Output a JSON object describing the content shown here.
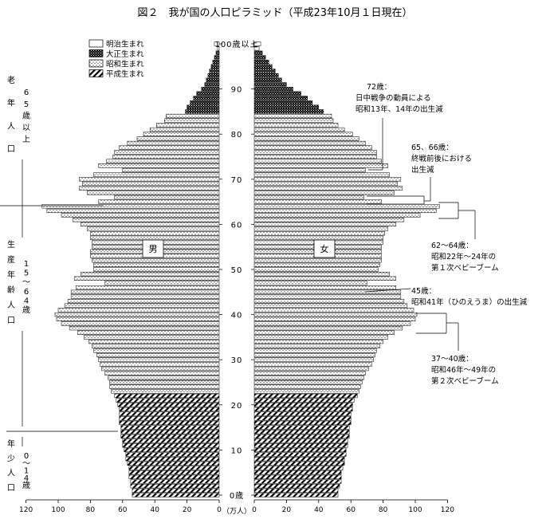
{
  "chart_data": {
    "type": "bar",
    "title": "図２　我が国の人口ピラミッド（平成23年10月１日現在）",
    "xlabel": "（万人）",
    "x_ticks": [
      120,
      100,
      80,
      60,
      40,
      20,
      0
    ],
    "x_range": [
      0,
      120
    ],
    "age_ticks": [
      "0歳",
      "10",
      "20",
      "30",
      "40",
      "50",
      "60",
      "70",
      "80",
      "90",
      "100歳以上"
    ],
    "sex_labels": {
      "male": "男",
      "female": "女"
    },
    "age_groups": [
      {
        "id": "elderly",
        "text": "老年人口（65歳以上）"
      },
      {
        "id": "working",
        "text": "生産年齢人口（15〜64歳）"
      },
      {
        "id": "young",
        "text": "年少人口（0〜14歳）"
      }
    ],
    "legend": [
      {
        "key": "meiji",
        "label": "明治生まれ",
        "ages": [
          99,
          100
        ]
      },
      {
        "key": "taisho",
        "label": "大正生まれ",
        "ages": [
          85,
          98
        ]
      },
      {
        "key": "showa",
        "label": "昭和生まれ",
        "ages": [
          23,
          84
        ]
      },
      {
        "key": "heisei",
        "label": "平成生まれ",
        "ages": [
          0,
          22
        ]
      }
    ],
    "annotations": [
      {
        "id": "age72",
        "lines": [
          "72歳：",
          "日中戦争の動員による",
          "昭和13年、14年の出生減"
        ]
      },
      {
        "id": "age65",
        "lines": [
          "65、66歳：",
          "終戦前後における",
          "出生減"
        ]
      },
      {
        "id": "age62",
        "lines": [
          "62〜64歳：",
          "昭和22年〜24年の",
          "第１次ベビーブーム"
        ]
      },
      {
        "id": "age45",
        "lines": [
          "45歳：",
          "昭和41年（ひのえうま）の出生減"
        ]
      },
      {
        "id": "age37",
        "lines": [
          "37〜40歳：",
          "昭和46年〜49年の",
          "第２次ベビーブーム"
        ]
      }
    ],
    "ages": [
      0,
      1,
      2,
      3,
      4,
      5,
      6,
      7,
      8,
      9,
      10,
      11,
      12,
      13,
      14,
      15,
      16,
      17,
      18,
      19,
      20,
      21,
      22,
      23,
      24,
      25,
      26,
      27,
      28,
      29,
      30,
      31,
      32,
      33,
      34,
      35,
      36,
      37,
      38,
      39,
      40,
      41,
      42,
      43,
      44,
      45,
      46,
      47,
      48,
      49,
      50,
      51,
      52,
      53,
      54,
      55,
      56,
      57,
      58,
      59,
      60,
      61,
      62,
      63,
      64,
      65,
      66,
      67,
      68,
      69,
      70,
      71,
      72,
      73,
      74,
      75,
      76,
      77,
      78,
      79,
      80,
      81,
      82,
      83,
      84,
      85,
      86,
      87,
      88,
      89,
      90,
      91,
      92,
      93,
      94,
      95,
      96,
      97,
      98,
      99,
      100
    ],
    "series": [
      {
        "name": "男",
        "values": [
          54,
          54,
          55,
          55,
          56,
          56,
          56,
          57,
          58,
          58,
          59,
          60,
          60,
          61,
          61,
          61,
          62,
          62,
          62,
          62,
          63,
          64,
          65,
          67,
          68,
          68,
          69,
          71,
          73,
          74,
          75,
          76,
          78,
          79,
          81,
          84,
          88,
          93,
          98,
          101,
          102,
          100,
          96,
          94,
          92,
          92,
          89,
          71,
          90,
          86,
          78,
          78,
          79,
          80,
          80,
          79,
          79,
          80,
          80,
          82,
          86,
          91,
          98,
          107,
          110,
          75,
          65,
          82,
          87,
          85,
          87,
          78,
          60,
          75,
          70,
          66,
          65,
          62,
          57,
          51,
          47,
          43,
          39,
          34,
          33,
          21,
          20,
          18,
          16,
          14,
          11,
          9,
          8,
          7,
          6,
          5,
          4,
          3,
          2,
          1,
          3
        ]
      },
      {
        "name": "女",
        "values": [
          52,
          52,
          53,
          54,
          54,
          54,
          55,
          56,
          56,
          57,
          57,
          58,
          58,
          59,
          59,
          59,
          60,
          60,
          60,
          61,
          61,
          62,
          64,
          65,
          66,
          67,
          68,
          69,
          71,
          73,
          74,
          75,
          76,
          78,
          80,
          83,
          87,
          92,
          97,
          100,
          101,
          99,
          95,
          93,
          91,
          91,
          88,
          70,
          88,
          84,
          77,
          78,
          79,
          79,
          79,
          79,
          80,
          80,
          81,
          83,
          88,
          93,
          103,
          113,
          115,
          79,
          68,
          87,
          92,
          89,
          91,
          84,
          69,
          83,
          79,
          76,
          76,
          73,
          69,
          65,
          61,
          56,
          52,
          49,
          48,
          43,
          40,
          36,
          33,
          29,
          24,
          20,
          17,
          15,
          13,
          11,
          9,
          7,
          5,
          3,
          4
        ]
      }
    ]
  }
}
